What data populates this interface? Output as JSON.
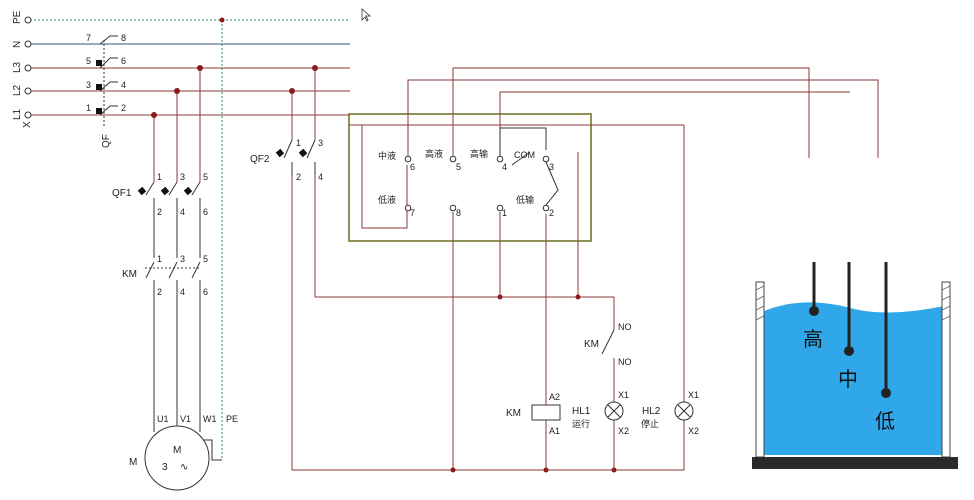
{
  "buses": [
    {
      "id": "PE",
      "label": "PE"
    },
    {
      "id": "N",
      "label": "N"
    },
    {
      "id": "L3",
      "label": "L3"
    },
    {
      "id": "L2",
      "label": "L2"
    },
    {
      "id": "L1",
      "label": "L1"
    }
  ],
  "x_label": "X",
  "main_breaker": {
    "label": "QF",
    "terminals": [
      "7",
      "8",
      "5",
      "6",
      "3",
      "4",
      "1",
      "2"
    ]
  },
  "qf1": {
    "label": "QF1",
    "top": [
      "1",
      "3",
      "5"
    ],
    "bottom": [
      "2",
      "4",
      "6"
    ]
  },
  "km_main": {
    "label": "KM",
    "top": [
      "1",
      "3",
      "5"
    ],
    "bottom": [
      "2",
      "4",
      "6"
    ]
  },
  "qf2": {
    "label": "QF2",
    "top": [
      "1",
      "3"
    ],
    "bottom": [
      "2",
      "4"
    ]
  },
  "motor": {
    "label": "M",
    "inner_label": "M",
    "phase": "3",
    "terminals": [
      "U1",
      "V1",
      "W1",
      "PE"
    ]
  },
  "controller": {
    "terminals": [
      {
        "name": "中液",
        "num": "6"
      },
      {
        "name": "高液",
        "num": "5"
      },
      {
        "name": "高输",
        "num": "4"
      },
      {
        "name": "COM",
        "num": "3"
      },
      {
        "name": "低液",
        "num": "7"
      },
      {
        "name": "",
        "num": "8"
      },
      {
        "name": "",
        "num": "1"
      },
      {
        "name": "低输",
        "num": "2"
      }
    ]
  },
  "km_aux": {
    "label": "KM",
    "top": "NO",
    "bottom": "NO"
  },
  "coil": {
    "label": "KM",
    "a2": "A2",
    "a1": "A1"
  },
  "hl1": {
    "label": "HL1",
    "sub": "运行",
    "x1": "X1",
    "x2": "X2"
  },
  "hl2": {
    "label": "HL2",
    "sub": "停止",
    "x1": "X1",
    "x2": "X2"
  },
  "tank": {
    "high": "高",
    "mid": "中",
    "low": "低",
    "water_color": "#2fa7e8"
  }
}
